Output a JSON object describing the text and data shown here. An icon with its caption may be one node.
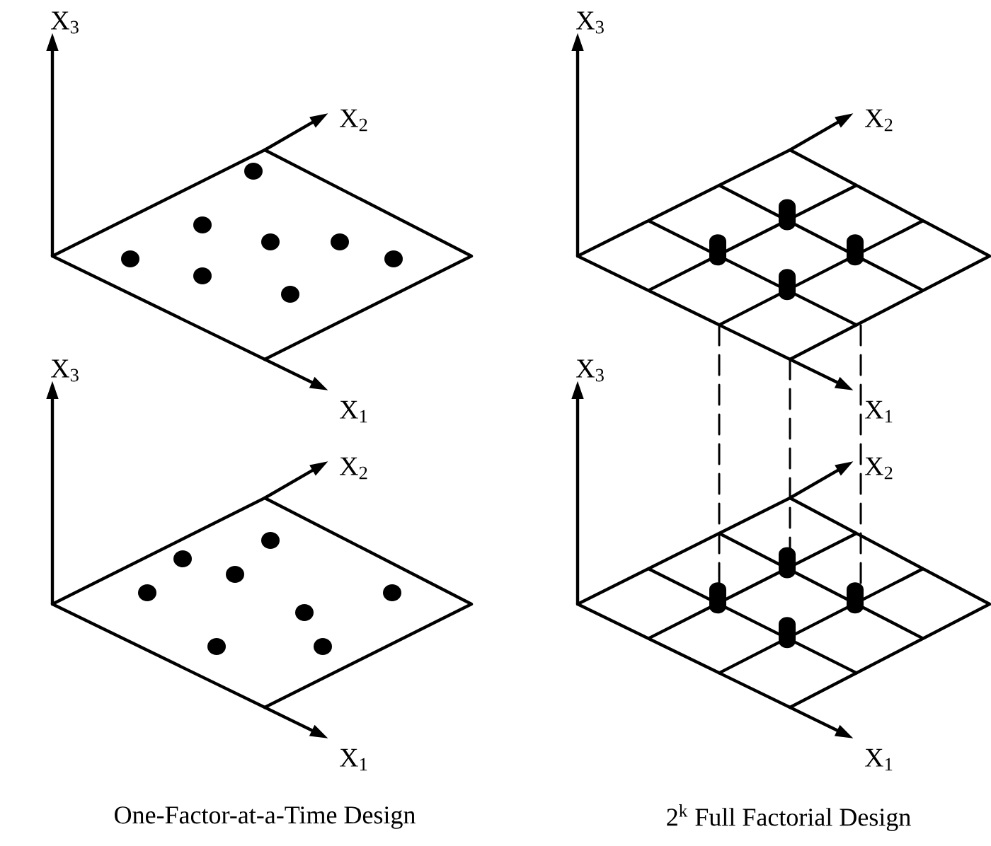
{
  "diagram": {
    "labels": [
      "X$_{3}$",
      "X$_{2}$",
      "X$_{1}$",
      "X$_{3}$",
      "X$_{2}$",
      "X$_{1}$",
      "X$_{3}$",
      "X$_{2}$",
      "X$_{1}$",
      "X$_{3}$",
      "X$_{2}$",
      "X$_{1}$",
      "One-Factor-at-a-Time Design",
      "2$^{k}$ Full Factorial Design"
    ]
  }
}
